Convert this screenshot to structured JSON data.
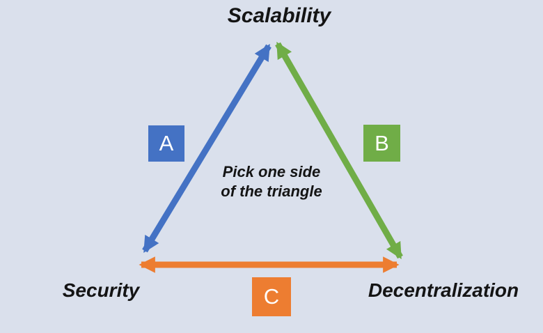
{
  "colors": {
    "background": "#dae0ec",
    "blue": "#4472c4",
    "green": "#70ad47",
    "orange": "#ed7d31",
    "text": "#141414",
    "box_letter": "#ffffff"
  },
  "diagram": {
    "vertices": {
      "top": "Scalability",
      "bottom_left": "Security",
      "bottom_right": "Decentralization"
    },
    "center_note": {
      "line1": "Pick one side",
      "line2": "of the triangle"
    },
    "edges": [
      {
        "label": "A",
        "color": "#4472c4",
        "connects": [
          "Security",
          "Scalability"
        ]
      },
      {
        "label": "B",
        "color": "#70ad47",
        "connects": [
          "Scalability",
          "Decentralization"
        ]
      },
      {
        "label": "C",
        "color": "#ed7d31",
        "connects": [
          "Security",
          "Decentralization"
        ]
      }
    ]
  }
}
